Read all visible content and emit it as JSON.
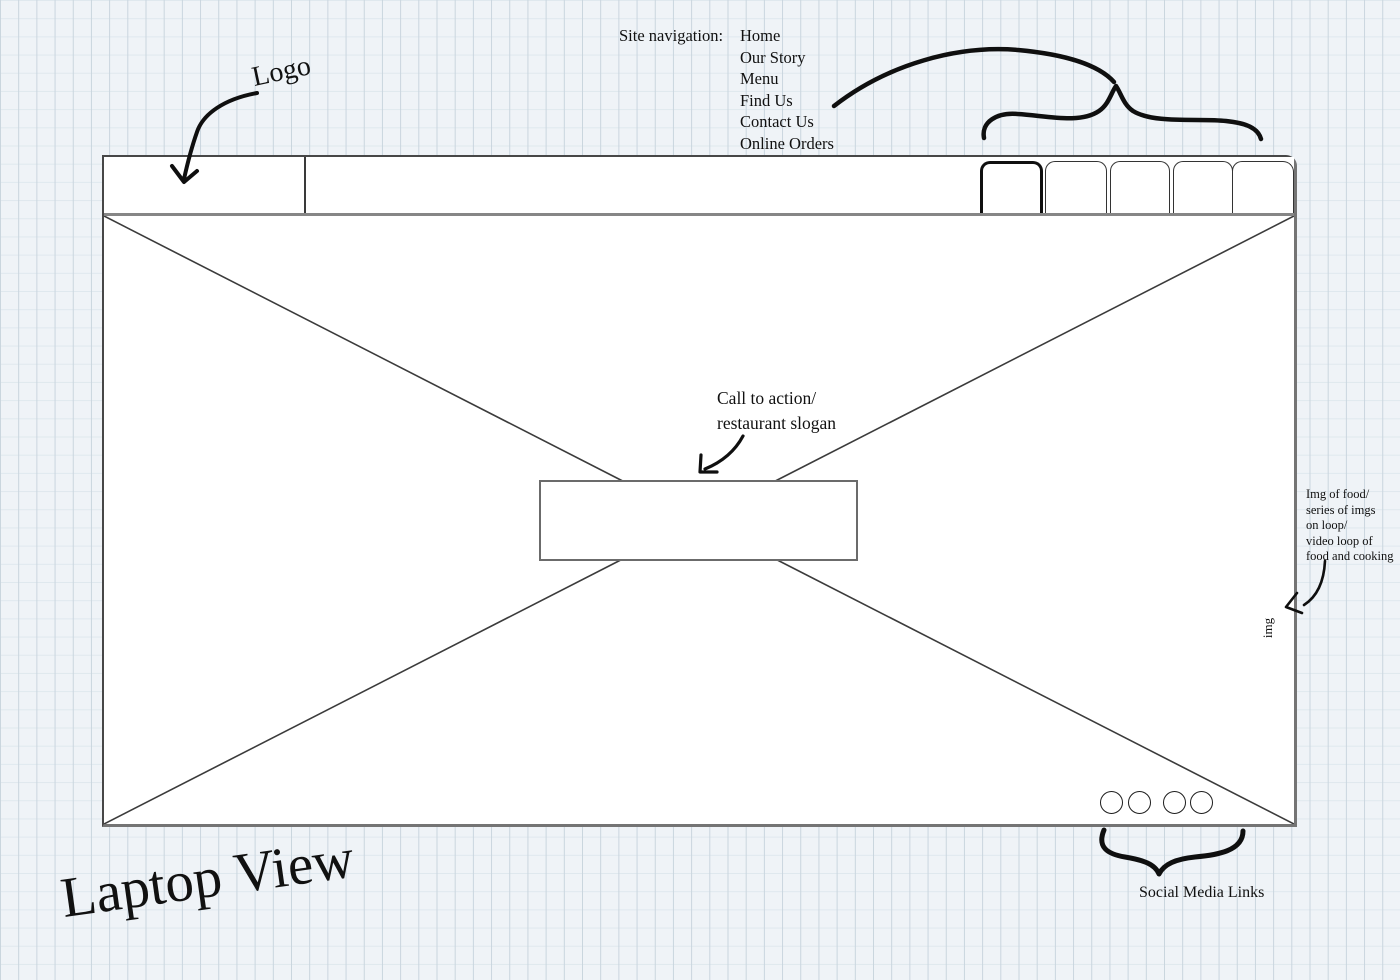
{
  "page": {
    "title": "Laptop View"
  },
  "annotations": {
    "logo": {
      "label": "Logo"
    },
    "site_nav": {
      "label": "Site navigation:",
      "items": [
        "Home",
        "Our Story",
        "Menu",
        "Find Us",
        "Contact Us",
        "Online Orders"
      ]
    },
    "cta": {
      "lines": [
        "Call to action/",
        "restaurant slogan"
      ]
    },
    "media_note": {
      "lines": [
        "Img of food/",
        "series of imgs",
        "on loop/",
        "video loop of",
        "food and cooking"
      ],
      "inline_label": "img"
    },
    "social": {
      "label": "Social Media Links"
    }
  },
  "wireframe": {
    "tab_count": 5,
    "social_circle_count": 4,
    "hero_placeholder": "image-cross",
    "logo_slot": "logo-box",
    "cta_slot": "cta-box"
  },
  "colors": {
    "ink": "#0f0f0f",
    "sketch_line": "#3b3b3b",
    "frame_border": "#474747",
    "frame_shade_border": "#747474",
    "header_divider": "#868686",
    "grid_background": "#eff3f7",
    "grid_line_vertical": "#c9d5de",
    "grid_line_horizontal": "#dfe8ee",
    "surface": "#ffffff"
  }
}
